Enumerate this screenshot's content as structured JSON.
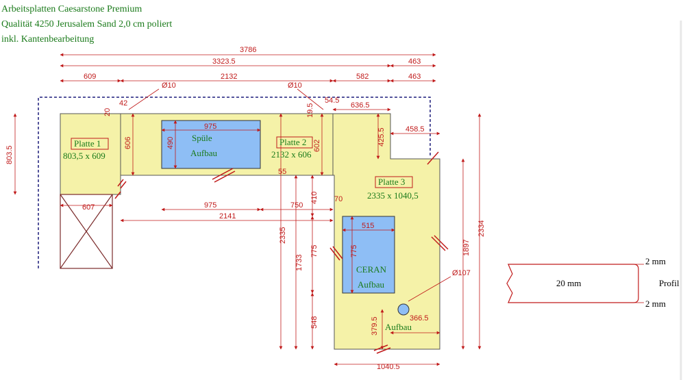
{
  "header": {
    "line1": "Arbeitsplatten Caesarstone Premium",
    "line2": "Qualität 4250 Jerusalem Sand 2,0 cm poliert",
    "line3": "inkl. Kantenbearbeitung"
  },
  "plates": {
    "p1_label": "Platte 1",
    "p1_size": "803,5 x 609",
    "p2_label": "Platte 2",
    "p2_size": "2132 x 606",
    "p3_label": "Platte 3",
    "p3_size": "2335 x 1040,5"
  },
  "cutouts": {
    "sink_line1": "Spüle",
    "sink_line2": "Aufbau",
    "cooktop_line1": "CERAN",
    "cooktop_line2": "Aufbau",
    "hole_label": "Aufbau"
  },
  "dimensions": {
    "d3786": "3786",
    "d3323": "3323.5",
    "d463a": "463",
    "d609": "609",
    "d2132": "2132",
    "d582": "582",
    "d463b": "463",
    "dia10a": "Ø10",
    "dia10b": "Ø10",
    "d42": "42",
    "d20": "20",
    "d545": "54.5",
    "d636": "636.5",
    "d195": "19.5",
    "d8035": "803.5",
    "d606": "606",
    "d975top": "975",
    "d490": "490",
    "d602": "602",
    "d4255": "425.5",
    "d4585": "458.5",
    "d607": "607",
    "d975bot": "975",
    "d750": "750",
    "d2141": "2141",
    "d410": "410",
    "d70": "70",
    "d515": "515",
    "d2335": "2335",
    "d1733": "1733",
    "d775a": "775",
    "d775b": "775",
    "d548": "548",
    "d1897": "1897",
    "d2334": "2334",
    "dia107": "Ø107",
    "d3665": "366.5",
    "d3795": "379.5",
    "d10405": "1040.5",
    "d55": "55"
  },
  "profile": {
    "top": "2 mm",
    "thickness": "20 mm",
    "label": "Profil",
    "bottom": "2 mm"
  },
  "colors": {
    "counter": "#f5f2a8",
    "cutout": "#8ebef5",
    "dimension": "#c01a1a",
    "text_green": "#1a7a1a",
    "outline_dashed": "#1c1c7a"
  }
}
